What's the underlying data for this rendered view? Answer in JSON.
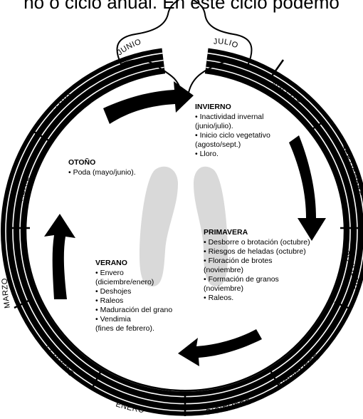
{
  "header_text": "no o ciclo anual. En este ciclo podemo",
  "months": [
    "JUNIO",
    "JULIO",
    "AGOSTO",
    "SEPTIEMBRE",
    "OCTUBRE",
    "NOVIEMBRE",
    "DICIEMBRE",
    "ENERO",
    "FEBRERO",
    "MARZO",
    "ABRIL",
    "MAYO"
  ],
  "seasons": {
    "invierno": {
      "title": "INVIERNO",
      "items": [
        "• Inactividad invernal",
        "(junio/julio).",
        "• Inicio ciclo vegetativo",
        "(agosto/sept.)",
        "• Lloro."
      ]
    },
    "otono": {
      "title": "OTOÑO",
      "items": [
        "• Poda (mayo/junio)."
      ]
    },
    "primavera": {
      "title": "PRIMAVERA",
      "items": [
        "• Desborre o brotación (octubre)",
        "• Riesgos de heladas (octubre)",
        "• Floración de brotes",
        "(noviembre)",
        "• Formación de granos",
        "(noviembre)",
        "• Raleos."
      ]
    },
    "verano": {
      "title": "VERANO",
      "items": [
        "• Envero",
        "(diciembre/enero)",
        "• Deshojes",
        "• Raleos",
        "• Maduración del grano",
        "• Vendimia",
        "(fines de febrero)."
      ]
    }
  },
  "colors": {
    "ring": "#000000",
    "arrow": "#000000",
    "footprint": "#d9d9d9",
    "background": "#ffffff"
  }
}
